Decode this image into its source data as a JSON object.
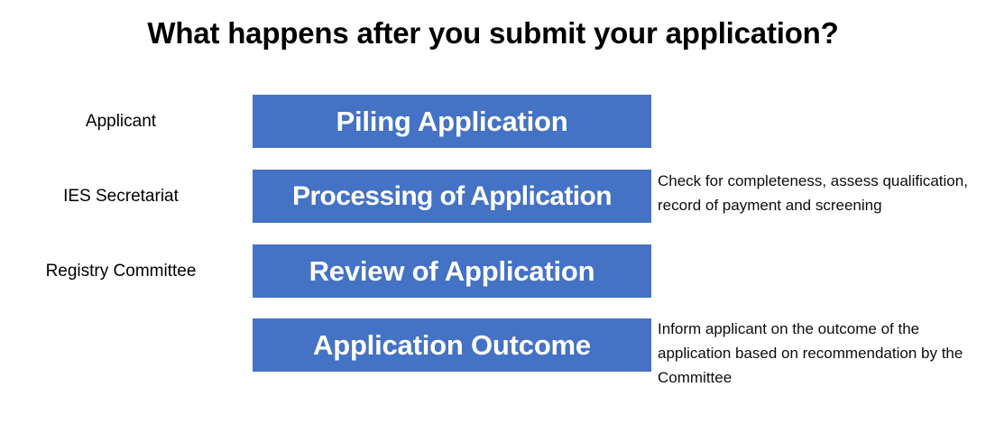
{
  "slide": {
    "title": "What happens after you submit your application?",
    "background_color": "#ffffff",
    "accent_color": "#4472C4",
    "bar_text_color": "#ffffff",
    "label_text_color": "#000000"
  },
  "stages": [
    {
      "role": "Applicant",
      "bar_label": "Piling Application",
      "note": ""
    },
    {
      "role": "IES Secretariat",
      "bar_label": "Processing of Application",
      "note": "Check for completeness, assess qualification, record of payment and screening"
    },
    {
      "role": "Registry Committee",
      "bar_label": "Review of Application",
      "note": ""
    },
    {
      "role": "",
      "bar_label": "Application Outcome",
      "note": "Inform applicant on the outcome of the application based on recommendation by the Committee"
    }
  ]
}
